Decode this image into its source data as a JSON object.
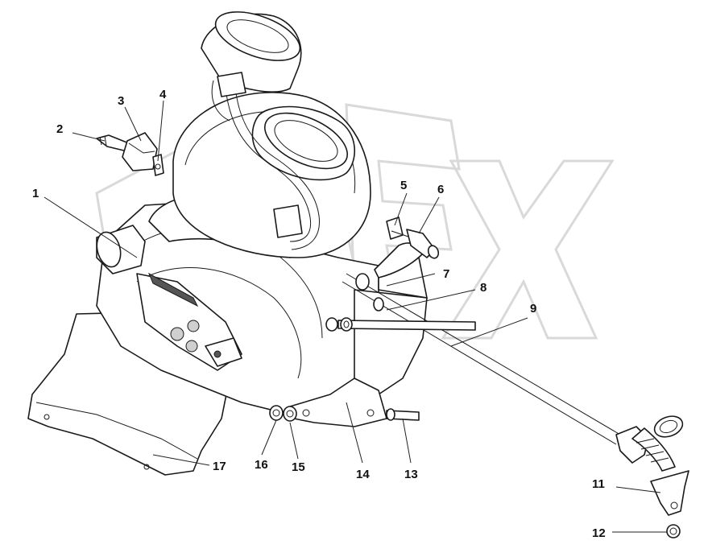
{
  "labels": [
    "1",
    "2",
    "3",
    "4",
    "5",
    "6",
    "7",
    "8",
    "9",
    "11",
    "12",
    "13",
    "14",
    "15",
    "16",
    "17"
  ],
  "watermark_text": "OFFEX",
  "colors": {
    "line": "#1a1a1a",
    "watermark": "#d9d9d9",
    "shade": "#cfcfcf"
  }
}
